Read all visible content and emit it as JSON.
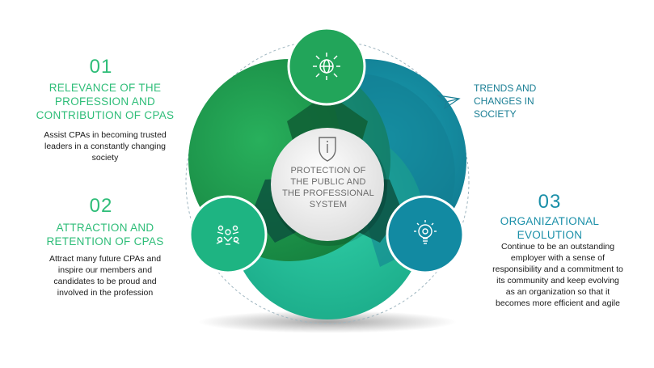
{
  "item1": {
    "number": "01",
    "title_line1": "RELEVANCE OF THE",
    "title_line2": "PROFESSION AND",
    "title_line3": "CONTRIBUTION OF CPAS",
    "desc_line1": "Assist CPAs in becoming trusted",
    "desc_line2": "leaders in a constantly changing",
    "desc_line3": "society"
  },
  "item2": {
    "number": "02",
    "title_line1": "ATTRACTION AND",
    "title_line2": "RETENTION OF CPAS",
    "desc_line1": "Attract many future CPAs and",
    "desc_line2": "inspire our members and",
    "desc_line3": "candidates to be proud and",
    "desc_line4": "involved in the profession"
  },
  "item3": {
    "number": "03",
    "title_line1": "ORGANIZATIONAL",
    "title_line2": "EVOLUTION",
    "desc_line1": "Continue to be an outstanding",
    "desc_line2": "employer with a sense of",
    "desc_line3": "responsibility and a commitment to",
    "desc_line4": "its community and keep evolving",
    "desc_line5": "as an organization so that it",
    "desc_line6": "becomes more efficient and agile"
  },
  "trends": {
    "line1": "TRENDS AND",
    "line2": "CHANGES IN",
    "line3": "SOCIETY"
  },
  "center": {
    "line1": "PROTECTION OF",
    "line2": "THE PUBLIC AND",
    "line3": "THE PROFESSIONAL",
    "line4": "SYSTEM"
  },
  "icons": {
    "top": "globe-network-icon",
    "left": "people-team-icon",
    "right": "lightbulb-gear-icon",
    "center": "shield-icon",
    "trends": "paper-plane-icon"
  },
  "colors": {
    "green": "#2ebd78",
    "dark_green": "#1f8a4a",
    "teal": "#1a8fa8",
    "mint": "#2dc4a0"
  }
}
